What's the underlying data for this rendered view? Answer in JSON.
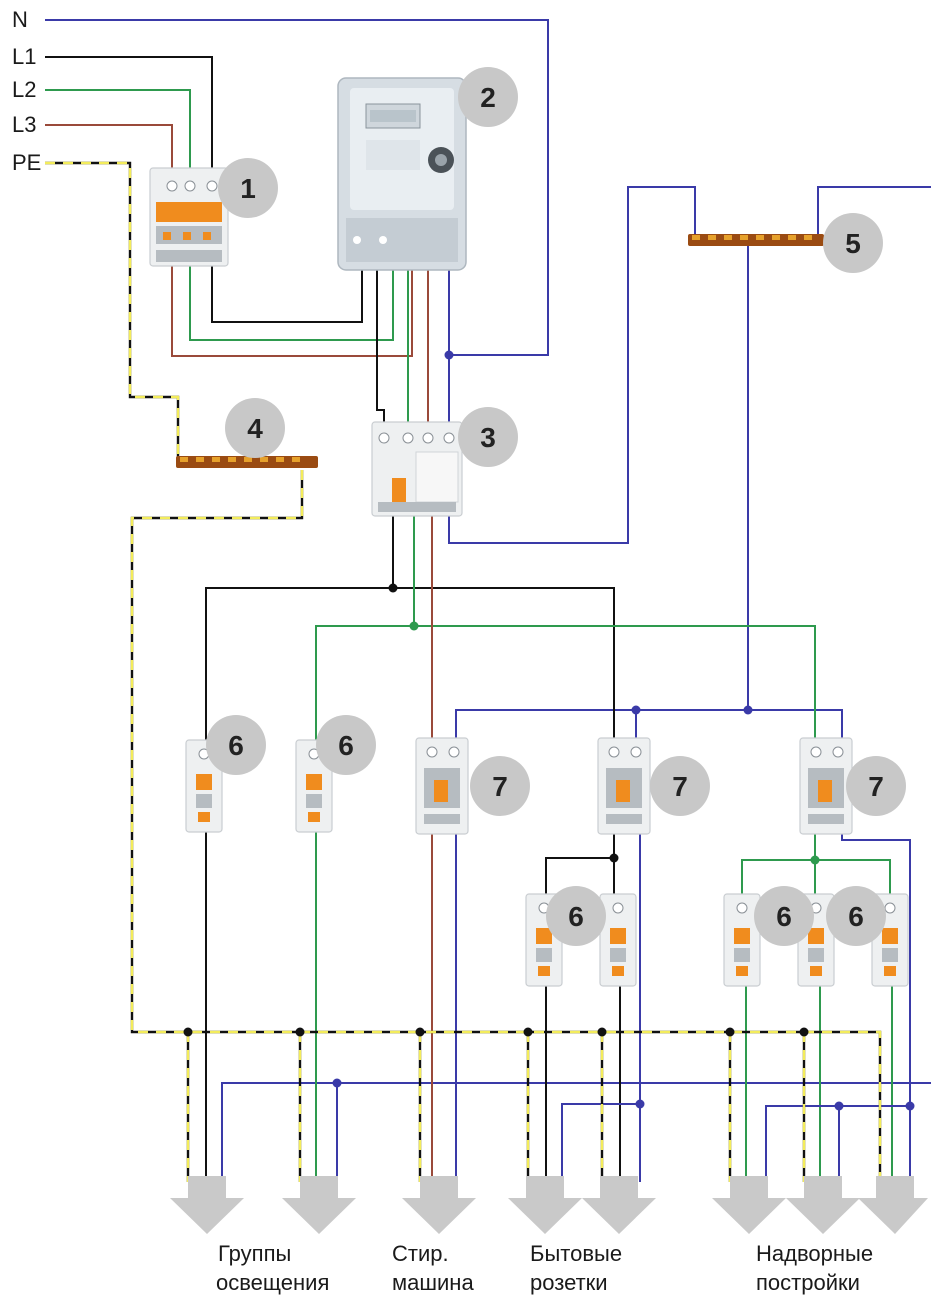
{
  "lines": [
    {
      "id": "N",
      "label": "N",
      "color": "#3a3aa8"
    },
    {
      "id": "L1",
      "label": "L1",
      "color": "#111111"
    },
    {
      "id": "L2",
      "label": "L2",
      "color": "#2e9a4e"
    },
    {
      "id": "L3",
      "label": "L3",
      "color": "#9a4a3a"
    },
    {
      "id": "PE",
      "label": "PE",
      "color": "#f3ec5b"
    }
  ],
  "components": [
    {
      "number": "1",
      "kind": "breaker-3pole"
    },
    {
      "number": "2",
      "kind": "electricity-meter"
    },
    {
      "number": "3",
      "kind": "rcd-4pole"
    },
    {
      "number": "4",
      "kind": "pe-busbar"
    },
    {
      "number": "5",
      "kind": "n-busbar"
    },
    {
      "number": "6",
      "kind": "circuit-breaker"
    },
    {
      "number": "7",
      "kind": "rcbo"
    }
  ],
  "device_badges": [
    "6",
    "6",
    "7",
    "7",
    "7",
    "6",
    "6",
    "6"
  ],
  "groups": [
    {
      "line1": "Группы",
      "line2": "освещения"
    },
    {
      "line1": "Стир.",
      "line2": "машина"
    },
    {
      "line1": "Бытовые",
      "line2": "розетки"
    },
    {
      "line1": "Надворные",
      "line2": "постройки"
    }
  ],
  "colors": {
    "neutral": "#3a3aa8",
    "l1": "#111111",
    "l2": "#2e9a4e",
    "l3": "#9a4a3a",
    "pe_stripe": "#f3ec5b",
    "badge": "#c8c8c8",
    "arrow": "#c9c9c9"
  }
}
